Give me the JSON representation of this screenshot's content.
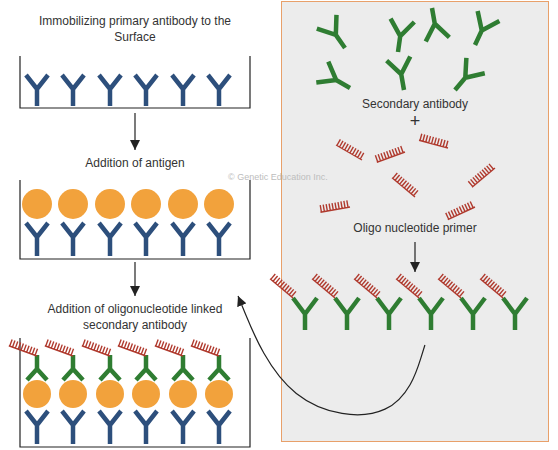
{
  "diagram": {
    "nodes": [
      {
        "text": [
          "Immobilizing primary antibody to the Surface"
        ]
      },
      {
        "text": [
          "Addition of antigen"
        ]
      },
      {
        "text": [
          "Addition of oligonucleotide linked secondary antibody"
        ]
      },
      {
        "text": [
          "Secondary antibody",
          "+",
          "Oligo nucleotide primer"
        ]
      }
    ],
    "edges": [
      {
        "from": 0,
        "to": 1,
        "arrow": "to"
      },
      {
        "from": 1,
        "to": 2,
        "arrow": "to"
      },
      {
        "from": 3,
        "to": 2,
        "arrow": "to"
      }
    ],
    "labels": [
      "© Genetic Education Inc."
    ]
  }
}
